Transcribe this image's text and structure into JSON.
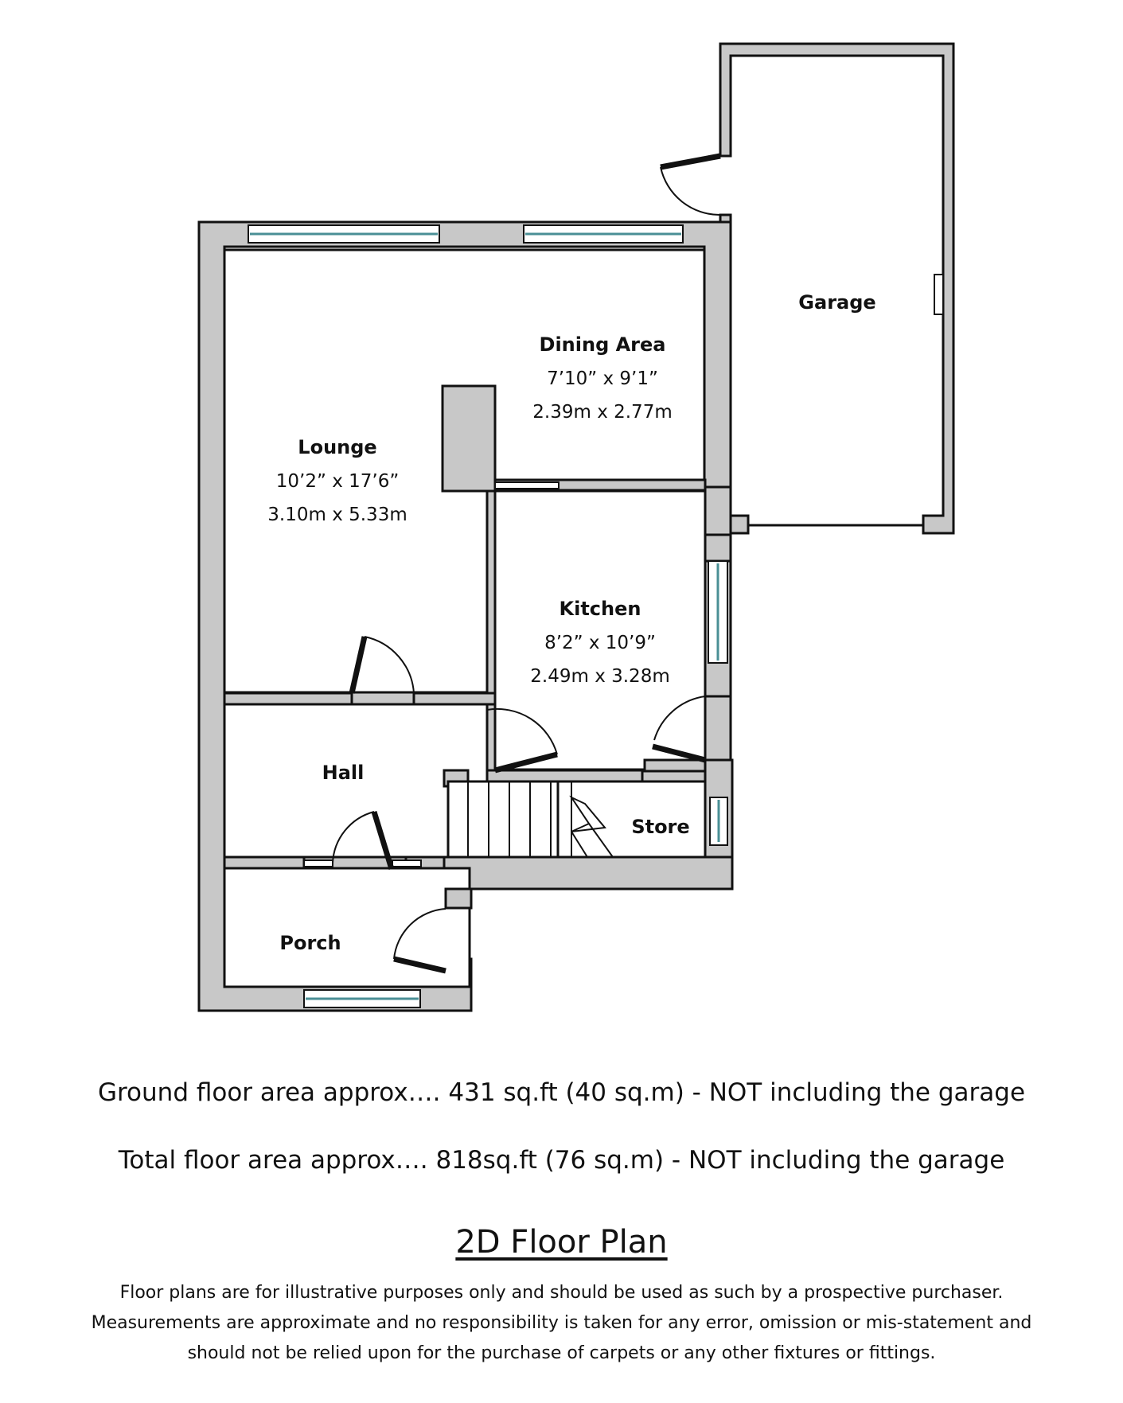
{
  "rooms": {
    "garage": {
      "name": "Garage"
    },
    "dining": {
      "name": "Dining Area",
      "imperial": "7’10” x 9’1”",
      "metric": "2.39m x 2.77m"
    },
    "lounge": {
      "name": "Lounge",
      "imperial": "10’2” x 17’6”",
      "metric": "3.10m x 5.33m"
    },
    "kitchen": {
      "name": "Kitchen",
      "imperial": "8’2” x 10’9”",
      "metric": "2.49m x 3.28m"
    },
    "hall": {
      "name": "Hall"
    },
    "store": {
      "name": "Store"
    },
    "porch": {
      "name": "Porch"
    }
  },
  "areas": {
    "ground": "Ground floor area approx…. 431 sq.ft (40 sq.m)  -  NOT including the garage",
    "total": "Total floor area approx…. 818sq.ft (76 sq.m)  -  NOT including the garage"
  },
  "title": "2D Floor Plan",
  "disclaimer": {
    "line1": "Floor plans are for illustrative purposes only and should be used as such by a prospective purchaser.",
    "line2": "Measurements are approximate and no responsibility is taken for any error, omission or mis-statement and",
    "line3": "should not be relied upon for the purchase of carpets or any other fixtures or fittings."
  },
  "colors": {
    "wall": "#c8c8c8",
    "outline": "#111111",
    "glazing": "#4a8f95"
  }
}
